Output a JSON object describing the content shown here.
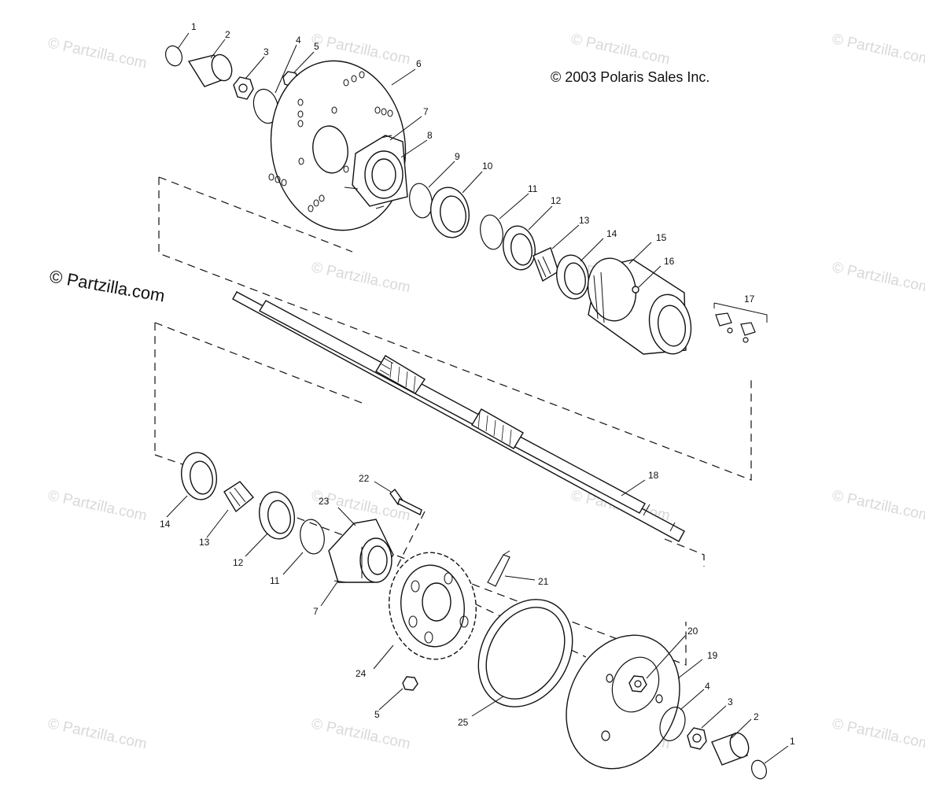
{
  "copyright": "© 2003 Polaris Sales Inc.",
  "brand": "© Partzilla.com",
  "watermark": "© Partzilla.com",
  "labels": {
    "t1": "1",
    "t2": "2",
    "t3": "3",
    "t4": "4",
    "t5": "5",
    "t6": "6",
    "t7": "7",
    "t8": "8",
    "t9": "9",
    "t10": "10",
    "t11": "11",
    "t12": "12",
    "t13": "13",
    "t14": "14",
    "t15": "15",
    "t16": "16",
    "t17": "17",
    "t18": "18",
    "b14": "14",
    "b13": "13",
    "b12": "12",
    "b11": "11",
    "b7": "7",
    "b22": "22",
    "b23": "23",
    "b21": "21",
    "b24": "24",
    "b5": "5",
    "b25": "25",
    "b20": "20",
    "b19": "19",
    "b4": "4",
    "b3": "3",
    "b2": "2",
    "b1": "1"
  }
}
